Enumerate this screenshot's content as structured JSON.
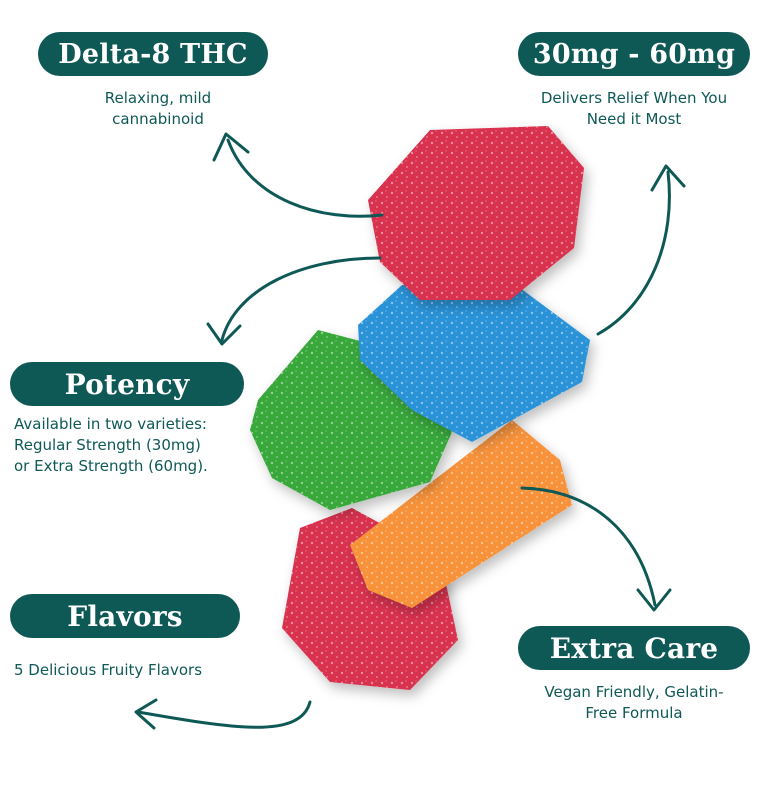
{
  "colors": {
    "teal": "#0e5956",
    "red_gummy": "#d9304f",
    "blue_gummy": "#2a93d8",
    "green_gummy": "#38a83b",
    "orange_gummy": "#f7923a"
  },
  "features": {
    "delta8": {
      "title": "Delta-8 THC",
      "lines": [
        "Relaxing, mild",
        "cannabinoid"
      ]
    },
    "dosage": {
      "title": "30mg - 60mg",
      "lines": [
        "Delivers Relief When You",
        "Need it Most"
      ]
    },
    "potency": {
      "title": "Potency",
      "lines": [
        "Available in two varieties:",
        "Regular Strength (30mg)",
        "or Extra Strength (60mg)."
      ]
    },
    "flavors": {
      "title": "Flavors",
      "lines": [
        "5 Delicious Fruity Flavors"
      ]
    },
    "care": {
      "title": "Extra Care",
      "lines": [
        "Vegan Friendly, Gelatin-",
        "Free Formula"
      ]
    }
  },
  "icons": [
    "curved-arrow-icon",
    "gummy-stack-image"
  ]
}
